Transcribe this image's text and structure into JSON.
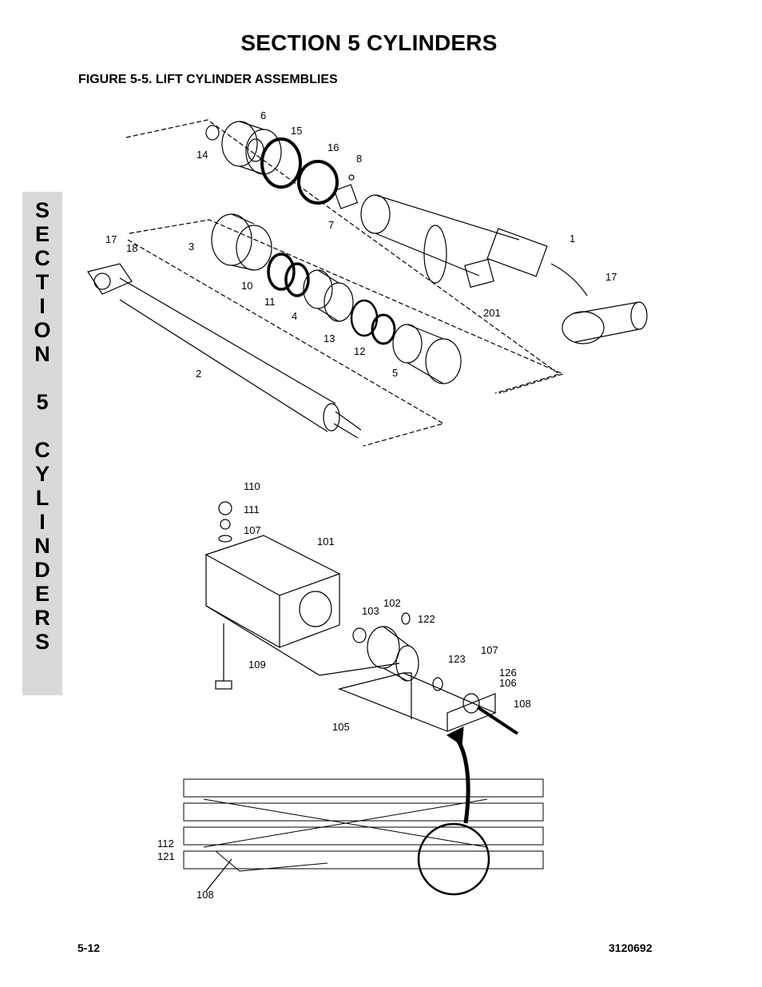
{
  "header": {
    "section_title": "SECTION 5  CYLINDERS",
    "figure_title": "FIGURE 5-5.    LIFT CYLINDER ASSEMBLIES"
  },
  "side_tab": {
    "text": "SECTION 5 CYLINDERS",
    "letters": [
      "S",
      "E",
      "C",
      "T",
      "I",
      "O",
      "N",
      "",
      "5",
      "",
      "C",
      "Y",
      "L",
      "I",
      "N",
      "D",
      "E",
      "R",
      "S"
    ]
  },
  "callouts": {
    "c6": "6",
    "c14": "14",
    "c15": "15",
    "c16": "16",
    "c8": "8",
    "c7": "7",
    "c1": "1",
    "c17a": "17",
    "c18": "18",
    "c3": "3",
    "c10": "10",
    "c11": "11",
    "c4": "4",
    "c13": "13",
    "c12": "12",
    "c5": "5",
    "c2": "2",
    "c201": "201",
    "c17b": "17",
    "c110": "110",
    "c111": "111",
    "c107a": "107",
    "c101": "101",
    "c103": "103",
    "c102": "102",
    "c122": "122",
    "c109": "109",
    "c123": "123",
    "c107b": "107",
    "c126": "126",
    "c106": "106",
    "c108a": "108",
    "c105": "105",
    "c112": "112",
    "c121": "121",
    "c108b": "108"
  },
  "footer": {
    "page_number": "5-12",
    "doc_number": "3120692"
  }
}
